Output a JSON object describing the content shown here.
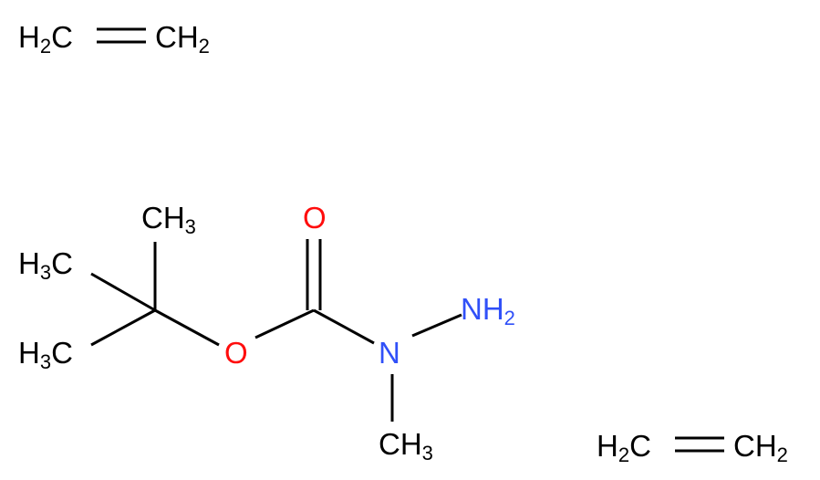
{
  "colors": {
    "carbon": "#000000",
    "oxygen": "#ff0d0d",
    "nitrogen": "#3050f8",
    "background": "#ffffff"
  },
  "molecule": {
    "ethylene_top": {
      "left": "H",
      "left_sub": "2",
      "left_c": "C",
      "right": "CH",
      "right_sub": "2"
    },
    "ethylene_bottom": {
      "left": "H",
      "left_sub": "2",
      "left_c": "C",
      "right": "CH",
      "right_sub": "2"
    },
    "tbu_methyl_top": {
      "text": "CH",
      "sub": "3"
    },
    "tbu_methyl_left": {
      "text": "H",
      "sub": "3",
      "c": "C"
    },
    "tbu_methyl_lower": {
      "text": "H",
      "sub": "3",
      "c": "C"
    },
    "ester_oxygen": "O",
    "carbonyl_oxygen": "O",
    "hydrazine_n": "N",
    "amino": {
      "text": "NH",
      "sub": "2"
    },
    "n_methyl": {
      "text": "CH",
      "sub": "3"
    }
  }
}
